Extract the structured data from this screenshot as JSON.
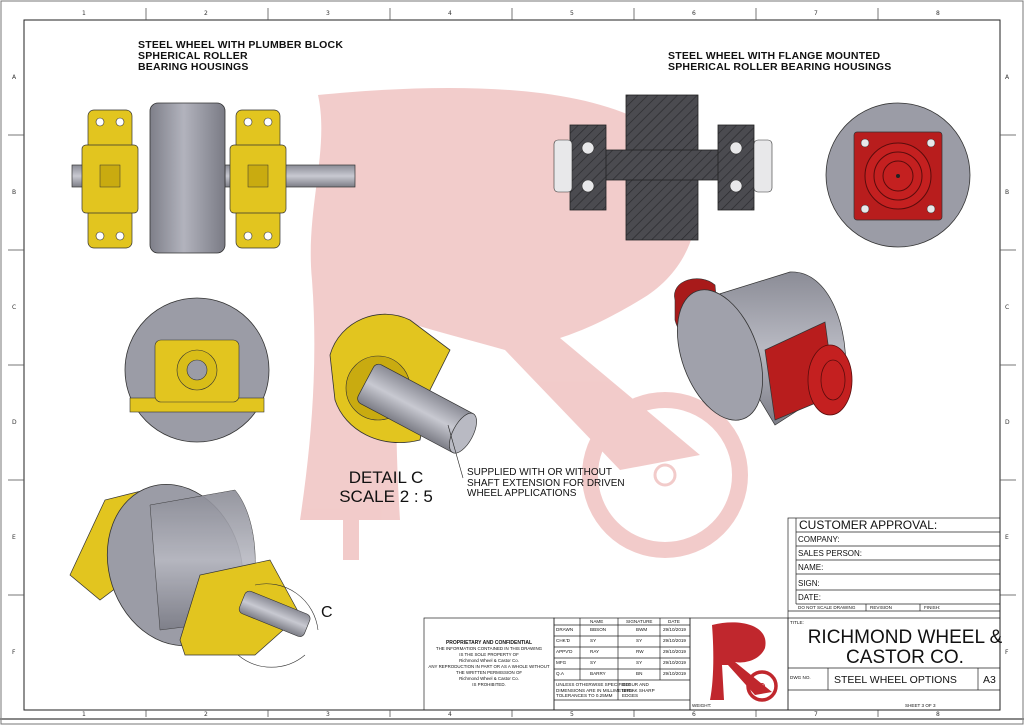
{
  "zones": {
    "columns": [
      "1",
      "2",
      "3",
      "4",
      "5",
      "6",
      "7",
      "8"
    ],
    "rows": [
      "A",
      "B",
      "C",
      "D",
      "E",
      "F"
    ]
  },
  "views": {
    "left_title_lines": [
      "STEEL WHEEL WITH PLUMBER BLOCK",
      "SPHERICAL ROLLER",
      "BEARING HOUSINGS"
    ],
    "right_title_lines": [
      "STEEL WHEEL WITH FLANGE MOUNTED",
      "SPHERICAL ROLLER BEARING HOUSINGS"
    ],
    "detail_lines": [
      "DETAIL C",
      "SCALE 2 : 5"
    ],
    "note_lines": [
      "SUPPLIED WITH OR WITHOUT",
      "SHAFT EXTENSION FOR DRIVEN",
      "WHEEL APPLICATIONS"
    ],
    "callout": "C"
  },
  "approval": {
    "title": "CUSTOMER APPROVAL:",
    "fields": [
      "COMPANY:",
      "SALES PERSON:",
      "NAME:",
      "SIGN:",
      "DATE:"
    ]
  },
  "title_block": {
    "do_not_scale": "DO NOT SCALE DRAWING",
    "revision": "REVISION",
    "finish": "FINISH:",
    "title_label": "TITLE:",
    "company_lines": [
      "RICHMOND WHEEL &",
      "CASTOR CO."
    ],
    "dwg_no_label": "DWG NO.",
    "dwg_name": "STEEL WHEEL OPTIONS",
    "size": "A3",
    "weight_label": "WEIGHT:",
    "sheet": "SHEET 3 OF 3",
    "headers": [
      "NAME",
      "SIGNATURE",
      "DATE"
    ],
    "rows": [
      {
        "role": "DRAWN",
        "name": "BBSON",
        "sig": "BWM",
        "date": "29/10/2019"
      },
      {
        "role": "CHK'D",
        "name": "SY",
        "sig": "SY",
        "date": "29/10/2019"
      },
      {
        "role": "APPV'D",
        "name": "RAY",
        "sig": "RW",
        "date": "29/10/2019"
      },
      {
        "role": "MFG",
        "name": "SY",
        "sig": "SY",
        "date": "29/10/2019"
      },
      {
        "role": "Q.A",
        "name": "BARRY",
        "sig": "BN",
        "date": "29/10/2019"
      }
    ],
    "spec_lines": [
      "UNLESS OTHERWISE SPECIFIED:",
      "DIMENSIONS ARE IN MILLIMETERS",
      "TOLERANCES TO 0.25MM"
    ],
    "deburr_lines": [
      "DEBUR AND",
      "BREAK SHARP",
      "EDGES"
    ],
    "proprietary_title": "PROPRIETARY AND CONFIDENTIAL",
    "proprietary_lines": [
      "THE INFORMATION CONTAINED IN THIS DRAWING",
      "IS THE SOLE PROPERTY OF",
      "Richmond Wheel & Castor Co.",
      "ANY REPRODUCTION IN PART OR AS A WHOLE WITHOUT",
      "THE WRITTEN PERMISSION OF",
      "Richmond Wheel & Castor Co.",
      "IS PROHIBITED."
    ]
  },
  "colors": {
    "housing_yellow": "#e2c51f",
    "wheel_grey": "#9a9ba6",
    "flange_red": "#b81d1d",
    "watermark": "#d9706f",
    "section_dark": "#4a4a4e"
  }
}
